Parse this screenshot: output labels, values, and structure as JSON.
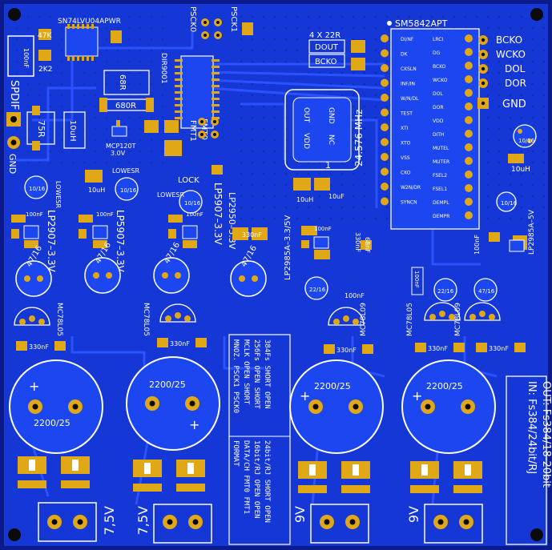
{
  "colors": {
    "board": "#1437d6",
    "edge": "#0b1a8c",
    "trace": "#2a52ff",
    "silk": "#ffffff",
    "pad": "#e0a817",
    "copper": "#d69a12",
    "hole": "#0a0a0a",
    "mask": "#1c46f0"
  },
  "chips": {
    "top_buffer": "SN74LVU04APWR",
    "main": "SM5842APT",
    "dir": "DIR9001",
    "mcp": "MCP120T",
    "mcp_v": "3.0V",
    "osc": "24.576 MHz",
    "osc_vdd": "VDD",
    "osc_out": "OUT",
    "osc_gnd": "GND",
    "osc_nc": "NC",
    "osc_pin1": "1"
  },
  "resistors": {
    "r47k": "47K",
    "r2k2": "2K2",
    "r75r": "75R",
    "r680r": "680R",
    "r68r": "68R",
    "rnet": "4 X 22R"
  },
  "headers": {
    "psck0": "PSCK0",
    "psck1": "PSCK1",
    "fmt0": "FMT0",
    "fmt1": "FMT1",
    "lock": "LOCK",
    "dout": "DOUT",
    "bcko_box": "BCKO"
  },
  "outputs": {
    "bcko": "BCKO",
    "wcko": "WCKO",
    "dol": "DOL",
    "dor": "DOR",
    "gnd": "GND"
  },
  "spdif": {
    "label": "SPDIF",
    "gnd": "GND",
    "cap": "100nF"
  },
  "regulators": {
    "lp2907": "LP2907–3.3V",
    "lp5907": "LP5907–3.3V",
    "lp5907b": "LP5907–3.3V",
    "lp2950": "LP2950–3.3V",
    "lp2985_3": "LP2985A–3.3/5V",
    "lp2985_5": "LP2985A–5V",
    "mc78l05a": "MC78L05",
    "mc78l05b": "MC78L05",
    "mc78l09a": "MC78L09",
    "mc78l05c": "MC78L05",
    "mc78l09b": "MC78L09"
  },
  "caps": {
    "c10uh": "10uH",
    "c10uha": "10uH",
    "c10uhb": "10uH",
    "c10uhc": "10uH",
    "c10uf": "10uF",
    "c100nf": "100nF",
    "c330nf": "330nF",
    "c68nf": "68nF",
    "c4716": "47/16",
    "c1016": "10/16",
    "c2216": "22/16",
    "c2200": "2200/25",
    "lowesr": "LOWESR"
  },
  "power_in": {
    "v1": "7,5V",
    "v2": "7,5V",
    "v3": "9V",
    "v4": "9V"
  },
  "table_mnoz": {
    "header": "MNOZ. PSCK1 PSCK0",
    "rows": [
      "MCLK OPEN  SHORT",
      "256Fs OPEN  SHORT",
      "384Fs SHORT OPEN"
    ]
  },
  "table_format": {
    "header": "FORMAT",
    "sub": "DATA/CH FMT0 FMT1",
    "rows": [
      "16bit/RJ OPEN  OPEN",
      "24bit/RJ SHORT OPEN"
    ]
  },
  "fs_in": "IN: Fs384/24bit/RJ",
  "fs_out": "OUT: Fs384/18-20bit",
  "sm_pins_left": [
    "DI/NF",
    "DK",
    "CKSLN",
    "INF/IN",
    "W/N/DL",
    "TEST",
    "XTI",
    "XTO",
    "VSS",
    "CKO",
    "W2N/DR",
    "SYNCN"
  ],
  "sm_pins_right": [
    "LRCI",
    "DG",
    "BCKO",
    "WCKO",
    "DOL",
    "DOR",
    "VDD",
    "DITH",
    "MUTEL",
    "MUTER",
    "FSEL2",
    "FSEL1",
    "DEMPL",
    "DEMPR"
  ]
}
